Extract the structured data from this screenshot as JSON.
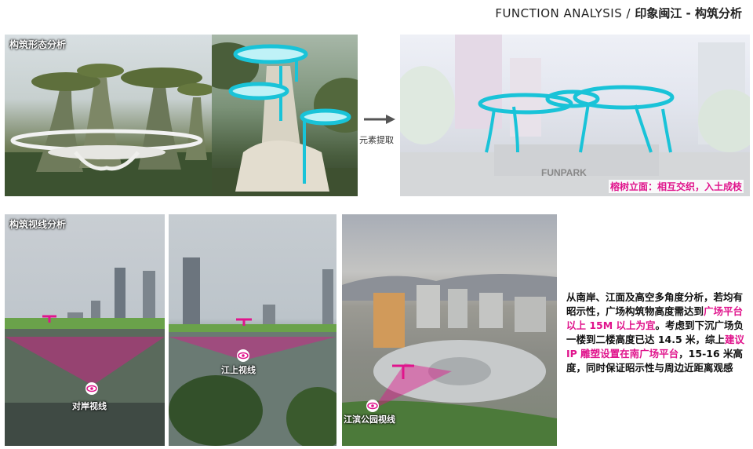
{
  "header": {
    "title_en": "FUNCTION ANALYSIS / ",
    "title_cn": "印象闽江 - 构筑分析"
  },
  "top_section": {
    "label": "构筑形态分析",
    "arrow_caption": "元素提取",
    "caption": "榕树立面：相互交织，入土成枝",
    "signage_text": "FUNPARK"
  },
  "bottom_section": {
    "label": "构筑视线分析",
    "views": {
      "opposite_bank": "对岸视线",
      "river": "江上视线",
      "park": "江滨公园视线"
    }
  },
  "description": {
    "part1": "从南岸、江面及高空多角度分析，若均有昭示性，广场构筑物高度需达到",
    "highlight1": "广场平台以上 15M 以上为宜",
    "part2": "。考虑到下沉广场负一楼到二楼高度已达 14.5 米，综上",
    "highlight2": "建议 IP 雕塑设置在南广场平台",
    "part3": "，15-16 米高度，同时保证昭示性与周边近距离观感"
  },
  "colors": {
    "accent_pink": "#e0148c",
    "cyan_structure": "#19c3d8",
    "text": "#222222"
  },
  "icons": [
    "arrow-right-icon",
    "eye-icon"
  ]
}
